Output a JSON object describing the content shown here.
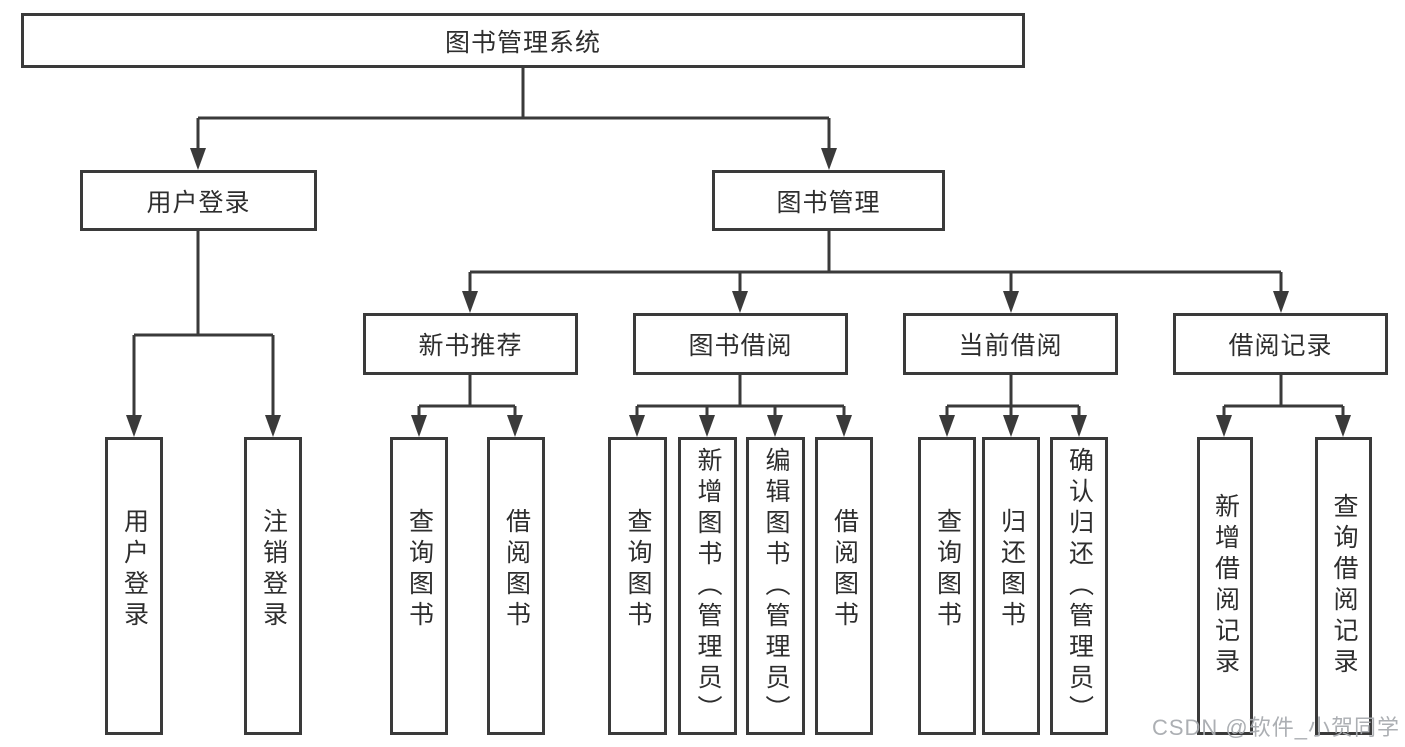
{
  "diagram": {
    "root": {
      "label": "图书管理系统"
    },
    "level2": [
      {
        "label": "用户登录"
      },
      {
        "label": "图书管理"
      }
    ],
    "level3": [
      {
        "label": "新书推荐"
      },
      {
        "label": "图书借阅"
      },
      {
        "label": "当前借阅"
      },
      {
        "label": "借阅记录"
      }
    ],
    "leaves": [
      {
        "label": "用户登录"
      },
      {
        "label": "注销登录"
      },
      {
        "label": "查询图书"
      },
      {
        "label": "借阅图书"
      },
      {
        "label": "查询图书"
      },
      {
        "label": "新增图书（管理员）"
      },
      {
        "label": "编辑图书（管理员）"
      },
      {
        "label": "借阅图书"
      },
      {
        "label": "查询图书"
      },
      {
        "label": "归还图书"
      },
      {
        "label": "确认归还（管理员）"
      },
      {
        "label": "新增借阅记录"
      },
      {
        "label": "查询借阅记录"
      }
    ]
  },
  "watermark": {
    "text": "CSDN @软件_小贺同学"
  },
  "colors": {
    "line": "#3a3a3a",
    "text": "#2e2e2e",
    "watermark": "#a8abaf",
    "background": "#ffffff"
  }
}
